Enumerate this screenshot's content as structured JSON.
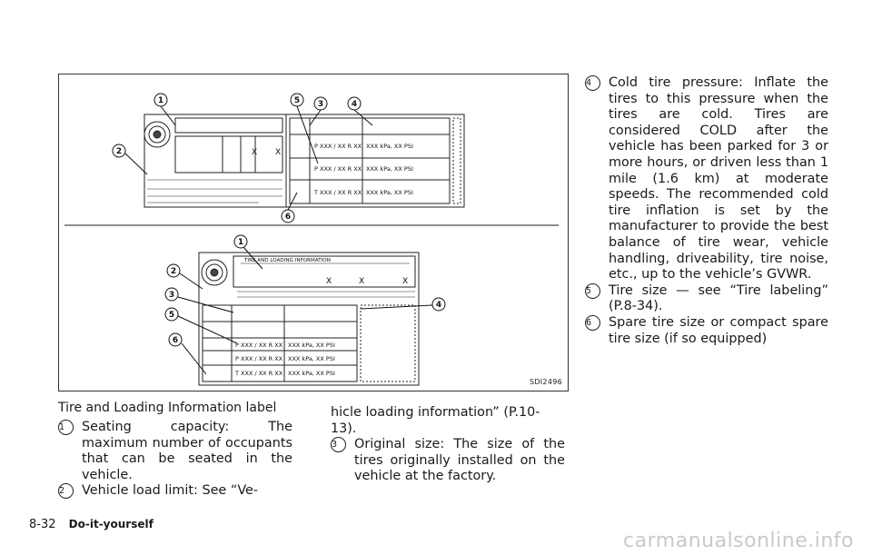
{
  "figure": {
    "code": "SDI2496",
    "callouts": [
      "1",
      "2",
      "3",
      "4",
      "5",
      "6"
    ],
    "label_top": {
      "rows": [
        "P XXX / XX R XX",
        "P XXX / XX R XX",
        "T XXX / XX R XX"
      ],
      "pressures": [
        "XXX kPa, XX PSI",
        "XXX kPa, XX PSI",
        "XXX kPa, XX PSI"
      ]
    },
    "label_bottom": {
      "title": "TIRE AND LOADING INFORMATION",
      "rows": [
        "P XXX / XX R XX",
        "P XXX / XX R XX",
        "T XXX / XX R XX"
      ],
      "pressures": [
        "XXX kPa, XX PSI",
        "XXX kPa, XX PSI",
        "XXX kPa, XX PSI"
      ]
    }
  },
  "caption": "Tire and Loading Information label",
  "items": [
    {
      "num": "1",
      "text": "Seating capacity: The maximum number of occupants that can be seated in the vehicle."
    },
    {
      "num": "2",
      "text": "Vehicle load limit: See “Ve-"
    },
    {
      "cont": "hicle loading information” (P.10-13)."
    },
    {
      "num": "3",
      "text": "Original size: The size of the tires originally installed on the vehicle at the factory."
    },
    {
      "num": "4",
      "text": "Cold tire pressure: Inflate the tires to this pressure when the tires are cold. Tires are considered COLD after the vehicle has been parked for 3 or more hours, or driven less than 1 mile (1.6 km) at moderate speeds. The recommended cold tire inflation is set by the manufacturer to provide the best balance of tire wear, vehicle handling, driveability, tire noise, etc., up to the vehicle’s GVWR."
    },
    {
      "num": "5",
      "text": "Tire size — see “Tire labeling” (P.8-34)."
    },
    {
      "num": "6",
      "text": "Spare tire size or compact spare tire size (if so equipped)"
    }
  ],
  "footer": {
    "page": "8-32",
    "section": "Do-it-yourself"
  },
  "watermark": "carmanualsonline.info"
}
